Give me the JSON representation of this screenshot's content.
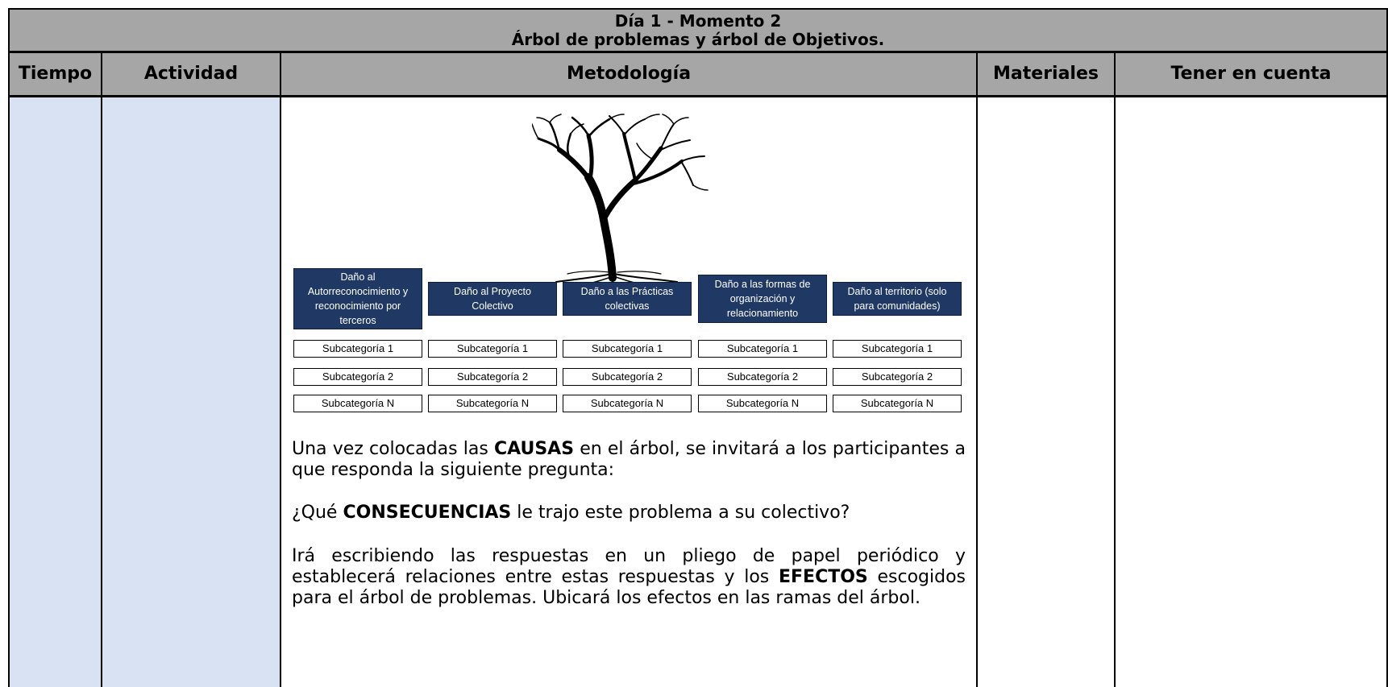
{
  "header": {
    "title_line1": "Día 1 - Momento 2",
    "title_line2": "Árbol de problemas y árbol de Objetivos."
  },
  "columns": {
    "tiempo": "Tiempo",
    "actividad": "Actividad",
    "metodologia": "Metodología",
    "materiales": "Materiales",
    "tener_en_cuenta": "Tener en cuenta"
  },
  "diagram": {
    "categories": [
      "Daño al Autorreconocimiento y reconocimiento por terceros",
      "Daño al Proyecto Colectivo",
      "Daño a las Prácticas colectivas",
      "Daño a las formas de organización y relacionamiento",
      "Daño al territorio (solo para comunidades)"
    ],
    "subcategory_rows": [
      "Subcategoría 1",
      "Subcategoría 2",
      "Subcategoría N"
    ],
    "colors": {
      "category_fill": "#1f3864",
      "category_text": "#ffffff"
    }
  },
  "text": {
    "p1_a": "Una vez colocadas las ",
    "p1_b": "CAUSAS",
    "p1_c": " en el árbol, se invitará a los participantes a que responda la siguiente pregunta:",
    "p2_a": "¿Qué ",
    "p2_b": "CONSECUENCIAS",
    "p2_c": " le trajo este problema a su colectivo?",
    "p3_a": "Irá escribiendo las respuestas en un pliego de papel periódico y establecerá relaciones entre estas respuestas y los ",
    "p3_b": "EFECTOS",
    "p3_c": " escogidos para el árbol de problemas. Ubicará los efectos en las ramas del árbol."
  }
}
